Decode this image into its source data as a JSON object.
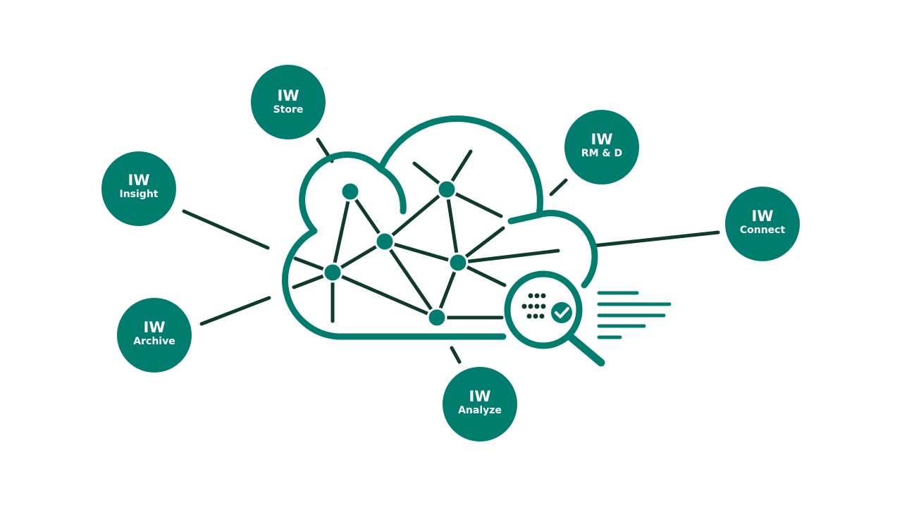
{
  "colors": {
    "node_fill": "#007d6e",
    "connector": "#0f3a2e",
    "cloud": "#007d6e",
    "text": "#ffffff"
  },
  "nodes": [
    {
      "id": "store",
      "title": "IW",
      "subtitle": "Store"
    },
    {
      "id": "rmd",
      "title": "IW",
      "subtitle": "RM & D"
    },
    {
      "id": "insight",
      "title": "IW",
      "subtitle": "Insight"
    },
    {
      "id": "connect",
      "title": "IW",
      "subtitle": "Connect"
    },
    {
      "id": "archive",
      "title": "IW",
      "subtitle": "Archive"
    },
    {
      "id": "analyze",
      "title": "IW",
      "subtitle": "Analyze"
    }
  ],
  "icons": [
    "cloud-network-icon",
    "magnifier-check-icon"
  ]
}
